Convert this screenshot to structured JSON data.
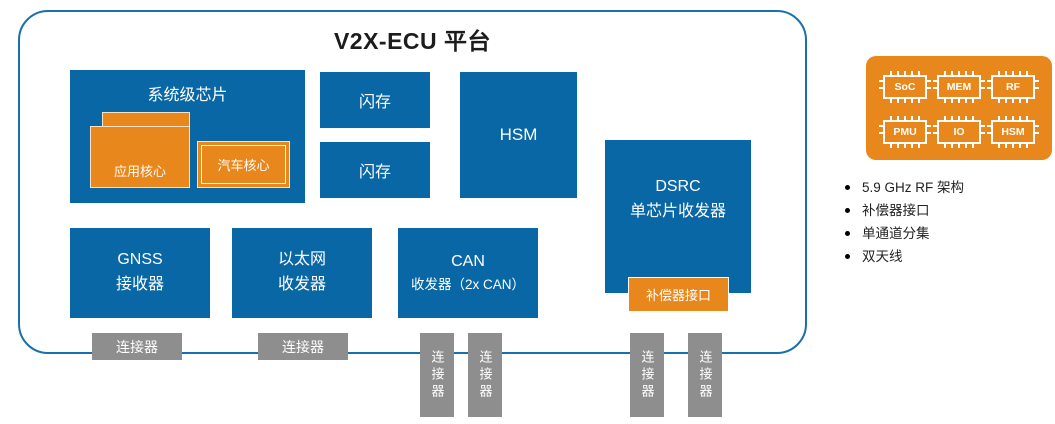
{
  "colors": {
    "blue": "#0a67a5",
    "orange": "#e8871c",
    "gray": "#8e8e8e",
    "outline_blue": "#1a6fad"
  },
  "diagram": {
    "title": "V2X-ECU 平台",
    "soc": {
      "label": "系统级芯片",
      "app_core": "应用核心",
      "auto_core": "汽车核心"
    },
    "flash_top": "闪存",
    "flash_bottom": "闪存",
    "hsm": "HSM",
    "dsrc": {
      "line1": "DSRC",
      "line2": "单芯片收发器",
      "compensator": "补偿器接口"
    },
    "gnss": {
      "line1": "GNSS",
      "line2": "接收器"
    },
    "ethernet": {
      "line1": "以太网",
      "line2": "收发器"
    },
    "can": {
      "line1": "CAN",
      "line2": "收发器（2x CAN）"
    },
    "connector_label": "连接器"
  },
  "side_panel": {
    "chips": [
      "SoC",
      "MEM",
      "RF",
      "PMU",
      "IO",
      "HSM"
    ],
    "bullets": [
      "5.9 GHz RF 架构",
      "补偿器接口",
      "单通道分集",
      "双天线"
    ]
  }
}
